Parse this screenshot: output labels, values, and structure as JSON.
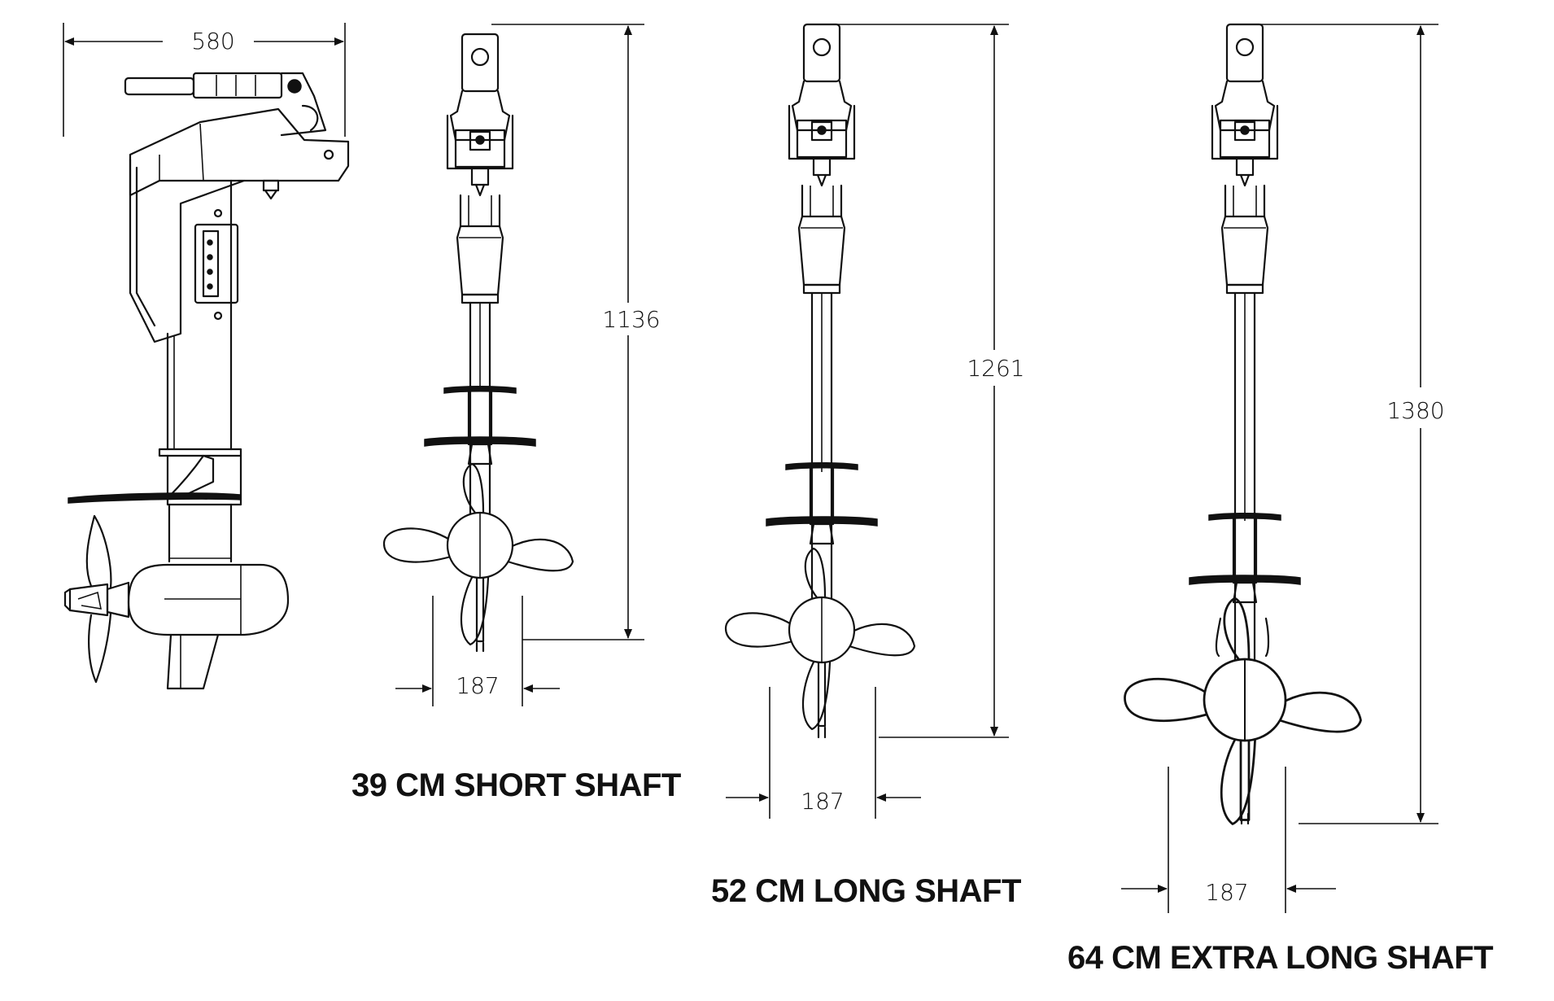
{
  "dimensions": {
    "side_width": "580",
    "short_height": "1136",
    "long_height": "1261",
    "xlong_height": "1380",
    "short_width": "187",
    "long_width": "187",
    "xlong_width": "187"
  },
  "captions": {
    "short": "39 CM SHORT SHAFT",
    "long": "52 CM LONG SHAFT",
    "xlong": "64 CM EXTRA LONG SHAFT"
  },
  "colors": {
    "line": "#111111",
    "background": "#ffffff"
  }
}
